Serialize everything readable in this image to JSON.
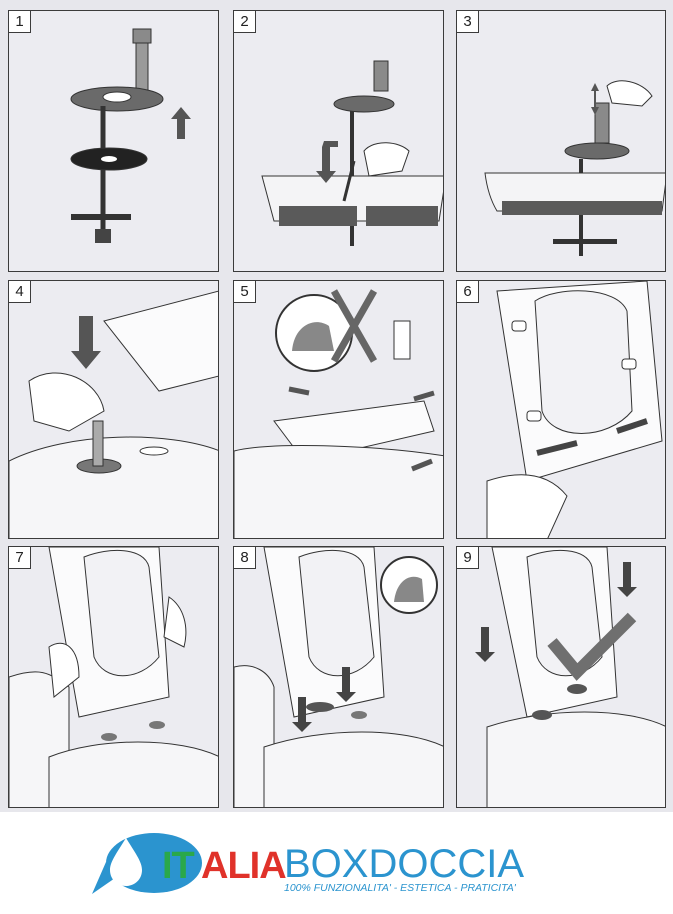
{
  "steps": [
    {
      "number": "1"
    },
    {
      "number": "2"
    },
    {
      "number": "3"
    },
    {
      "number": "4"
    },
    {
      "number": "5"
    },
    {
      "number": "6"
    },
    {
      "number": "7"
    },
    {
      "number": "8"
    },
    {
      "number": "9"
    }
  ],
  "brand": {
    "part_it": "IT",
    "part_al": "AL",
    "part_ia": "IA",
    "part_box": "BOXDOCCIA",
    "tagline": "100% FUNZIONALITA' - ESTETICA - PRATICITA'",
    "colors": {
      "blue": "#2b94cf",
      "green": "#2aa84a",
      "red": "#e0322a",
      "dark": "#2b2b2b"
    }
  }
}
